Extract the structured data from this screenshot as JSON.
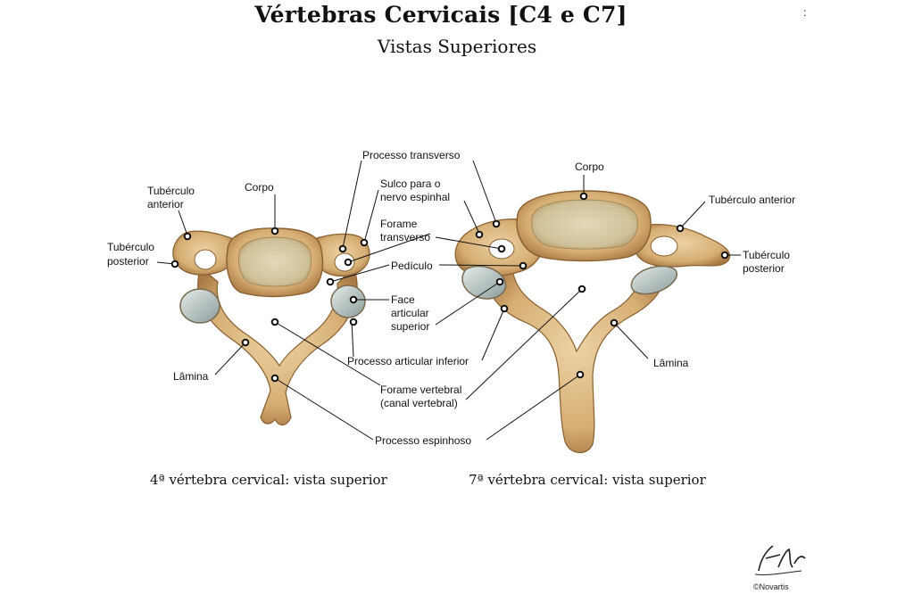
{
  "title": "Vértebras Cervicais [C4 e C7]",
  "subtitle": "Vistas Superiores",
  "captions": {
    "c4": "4ª vértebra cervical: vista superior",
    "c7": "7ª vértebra cervical: vista superior"
  },
  "labels": {
    "corpo": "Corpo",
    "tuberculo_anterior": [
      "Tubérculo",
      "anterior"
    ],
    "tuberculo_posterior": [
      "Tubérculo",
      "posterior"
    ],
    "processo_transverso": "Processo transverso",
    "sulco": [
      "Sulco para o",
      "nervo espinhal"
    ],
    "forame_transverso": [
      "Forame",
      "transverso"
    ],
    "pediculo": "Pedículo",
    "face_articular": [
      "Face",
      "articular",
      "superior"
    ],
    "processo_articular_inferior": "Processo articular inferior",
    "forame_vertebral": [
      "Forame vertebral",
      "(canal vertebral)"
    ],
    "lamina": "Lâmina",
    "processo_espinhoso": "Processo espinhoso",
    "corpo_c7": "Corpo",
    "tuberculo_anterior_c7": "Tubérculo anterior",
    "tuberculo_posterior_c7": [
      "Tubérculo",
      "posterior"
    ],
    "lamina_c7": "Lâmina"
  },
  "stray_mark": ":",
  "signature": {
    "copyright": "©Novartis"
  },
  "colors": {
    "bone": "#d8b37c",
    "bone_dark": "#9c7040",
    "cartilage": "#a9b7b6",
    "body_top": "#d9c9a0"
  }
}
